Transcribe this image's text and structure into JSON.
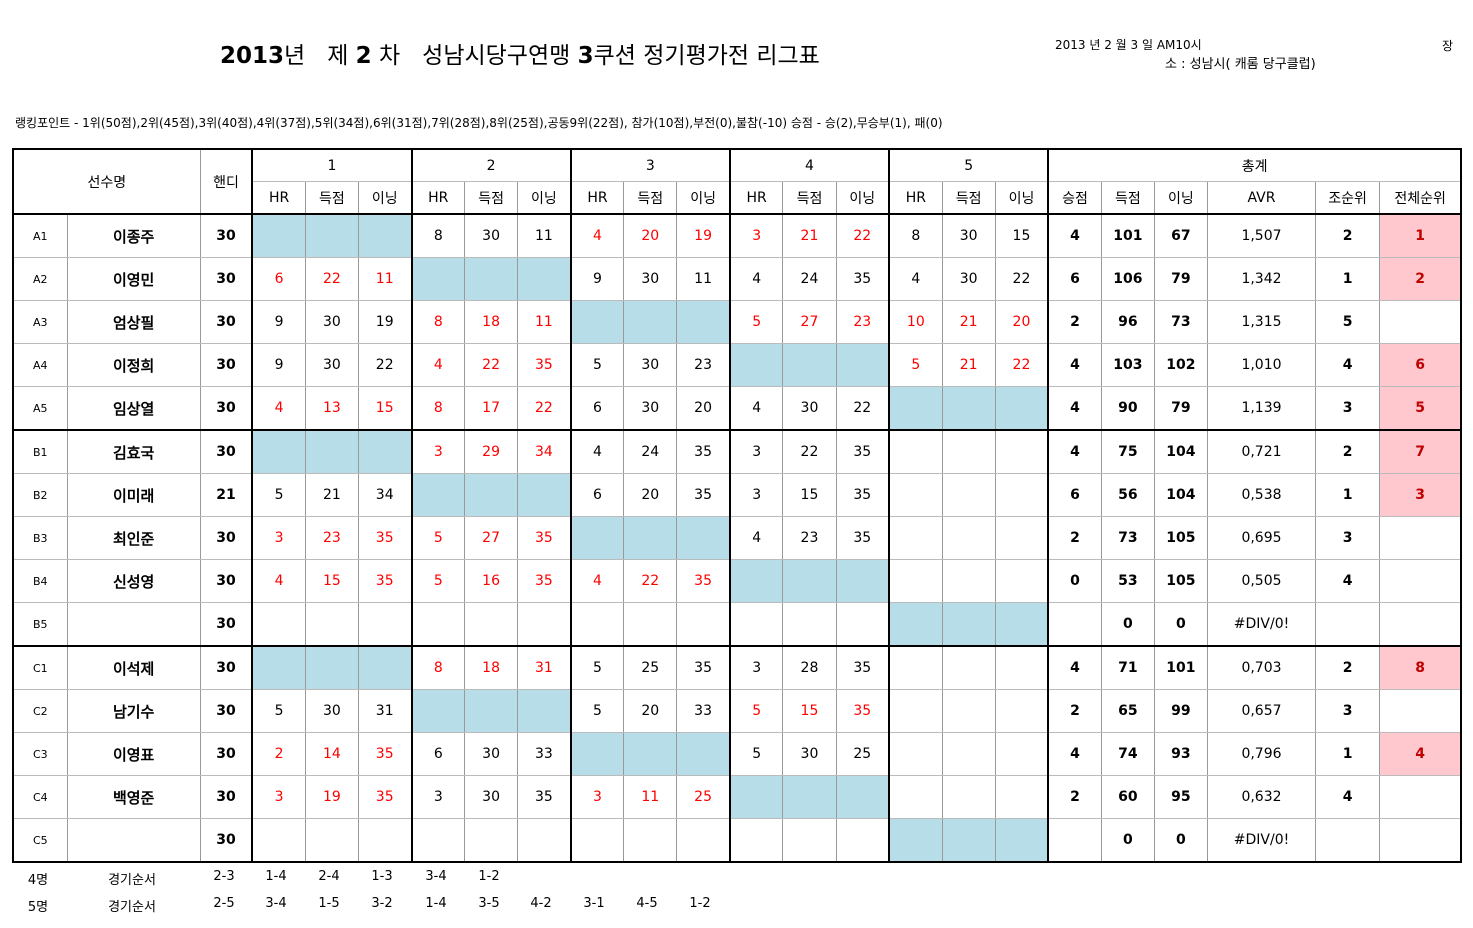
{
  "header": {
    "title_year": "2013",
    "title_year_suffix": "년",
    "title_round_pre": "제",
    "title_round_num": "2",
    "title_round_post": "차",
    "title_league_pre": "성남시당구연맹",
    "title_league_num": "3",
    "title_league_post": "쿠션 정기평가전 리그표",
    "date": "2013 년 2 월 3 일  AM10시",
    "jang": "장",
    "place": "소 : 성남시( 캐롬 당구클럽)",
    "points": "랭킹포인트 - 1위(50점),2위(45점),3위(40점),4위(37점),5위(34점),6위(31점),7위(28점),8위(25점),공동9위(22점), 참가(10점),부전(0),불참(-10)  승점 - 승(2),무승부(1), 패(0)"
  },
  "columns": {
    "player": "선수명",
    "handicap": "핸디",
    "matches": [
      "1",
      "2",
      "3",
      "4",
      "5"
    ],
    "sub": [
      "HR",
      "득점",
      "이닝"
    ],
    "total": "총계",
    "total_sub": [
      "승점",
      "득점",
      "이닝",
      "AVR",
      "조순위",
      "전체순위"
    ]
  },
  "rows": [
    {
      "code": "A1",
      "name": "이종주",
      "hcp": "30",
      "m": [
        null,
        [
          "8",
          "30",
          "11",
          false
        ],
        [
          "4",
          "20",
          "19",
          true
        ],
        [
          "3",
          "21",
          "22",
          true
        ],
        [
          "8",
          "30",
          "15",
          false
        ]
      ],
      "pts": "4",
      "score": "101",
      "inn": "67",
      "avr": "1,507",
      "grp": "2",
      "rank": "1"
    },
    {
      "code": "A2",
      "name": "이영민",
      "hcp": "30",
      "m": [
        [
          "6",
          "22",
          "11",
          true
        ],
        null,
        [
          "9",
          "30",
          "11",
          false
        ],
        [
          "4",
          "24",
          "35",
          false
        ],
        [
          "4",
          "30",
          "22",
          false
        ]
      ],
      "pts": "6",
      "score": "106",
      "inn": "79",
      "avr": "1,342",
      "grp": "1",
      "rank": "2"
    },
    {
      "code": "A3",
      "name": "엄상필",
      "hcp": "30",
      "m": [
        [
          "9",
          "30",
          "19",
          false
        ],
        [
          "8",
          "18",
          "11",
          true
        ],
        null,
        [
          "5",
          "27",
          "23",
          true
        ],
        [
          "10",
          "21",
          "20",
          true
        ]
      ],
      "pts": "2",
      "score": "96",
      "inn": "73",
      "avr": "1,315",
      "grp": "5",
      "rank": ""
    },
    {
      "code": "A4",
      "name": "이정희",
      "hcp": "30",
      "m": [
        [
          "9",
          "30",
          "22",
          false
        ],
        [
          "4",
          "22",
          "35",
          true
        ],
        [
          "5",
          "30",
          "23",
          false
        ],
        null,
        [
          "5",
          "21",
          "22",
          true
        ]
      ],
      "pts": "4",
      "score": "103",
      "inn": "102",
      "avr": "1,010",
      "grp": "4",
      "rank": "6"
    },
    {
      "code": "A5",
      "name": "임상열",
      "hcp": "30",
      "m": [
        [
          "4",
          "13",
          "15",
          true
        ],
        [
          "8",
          "17",
          "22",
          true
        ],
        [
          "6",
          "30",
          "20",
          false
        ],
        [
          "4",
          "30",
          "22",
          false
        ],
        null
      ],
      "pts": "4",
      "score": "90",
      "inn": "79",
      "avr": "1,139",
      "grp": "3",
      "rank": "5"
    },
    {
      "code": "B1",
      "name": "김효국",
      "hcp": "30",
      "m": [
        null,
        [
          "3",
          "29",
          "34",
          true
        ],
        [
          "4",
          "24",
          "35",
          false
        ],
        [
          "3",
          "22",
          "35",
          false
        ],
        [
          "",
          "",
          "",
          false
        ]
      ],
      "pts": "4",
      "score": "75",
      "inn": "104",
      "avr": "0,721",
      "grp": "2",
      "rank": "7"
    },
    {
      "code": "B2",
      "name": "이미래",
      "hcp": "21",
      "m": [
        [
          "5",
          "21",
          "34",
          false
        ],
        null,
        [
          "6",
          "20",
          "35",
          false
        ],
        [
          "3",
          "15",
          "35",
          false
        ],
        [
          "",
          "",
          "",
          false
        ]
      ],
      "pts": "6",
      "score": "56",
      "inn": "104",
      "avr": "0,538",
      "grp": "1",
      "rank": "3"
    },
    {
      "code": "B3",
      "name": "최인준",
      "hcp": "30",
      "m": [
        [
          "3",
          "23",
          "35",
          true
        ],
        [
          "5",
          "27",
          "35",
          true
        ],
        null,
        [
          "4",
          "23",
          "35",
          false
        ],
        [
          "",
          "",
          "",
          false
        ]
      ],
      "pts": "2",
      "score": "73",
      "inn": "105",
      "avr": "0,695",
      "grp": "3",
      "rank": ""
    },
    {
      "code": "B4",
      "name": "신성영",
      "hcp": "30",
      "m": [
        [
          "4",
          "15",
          "35",
          true
        ],
        [
          "5",
          "16",
          "35",
          true
        ],
        [
          "4",
          "22",
          "35",
          true
        ],
        null,
        [
          "",
          "",
          "",
          false
        ]
      ],
      "pts": "0",
      "score": "53",
      "inn": "105",
      "avr": "0,505",
      "grp": "4",
      "rank": ""
    },
    {
      "code": "B5",
      "name": "",
      "hcp": "30",
      "m": [
        [
          "",
          "",
          "",
          false
        ],
        [
          "",
          "",
          "",
          false
        ],
        [
          "",
          "",
          "",
          false
        ],
        [
          "",
          "",
          "",
          false
        ],
        null
      ],
      "pts": "",
      "score": "0",
      "inn": "0",
      "avr": "#DIV/0!",
      "grp": "",
      "rank": ""
    },
    {
      "code": "C1",
      "name": "이석제",
      "hcp": "30",
      "m": [
        null,
        [
          "8",
          "18",
          "31",
          true
        ],
        [
          "5",
          "25",
          "35",
          false
        ],
        [
          "3",
          "28",
          "35",
          false
        ],
        [
          "",
          "",
          "",
          false
        ]
      ],
      "pts": "4",
      "score": "71",
      "inn": "101",
      "avr": "0,703",
      "grp": "2",
      "rank": "8"
    },
    {
      "code": "C2",
      "name": "남기수",
      "hcp": "30",
      "m": [
        [
          "5",
          "30",
          "31",
          false
        ],
        null,
        [
          "5",
          "20",
          "33",
          false
        ],
        [
          "5",
          "15",
          "35",
          true
        ],
        [
          "",
          "",
          "",
          false
        ]
      ],
      "pts": "2",
      "score": "65",
      "inn": "99",
      "avr": "0,657",
      "grp": "3",
      "rank": ""
    },
    {
      "code": "C3",
      "name": "이영표",
      "hcp": "30",
      "m": [
        [
          "2",
          "14",
          "35",
          true
        ],
        [
          "6",
          "30",
          "33",
          false
        ],
        null,
        [
          "5",
          "30",
          "25",
          false
        ],
        [
          "",
          "",
          "",
          false
        ]
      ],
      "pts": "4",
      "score": "74",
      "inn": "93",
      "avr": "0,796",
      "grp": "1",
      "rank": "4"
    },
    {
      "code": "C4",
      "name": "백영준",
      "hcp": "30",
      "m": [
        [
          "3",
          "19",
          "35",
          true
        ],
        [
          "3",
          "30",
          "35",
          false
        ],
        [
          "3",
          "11",
          "25",
          true
        ],
        null,
        [
          "",
          "",
          "",
          false
        ]
      ],
      "pts": "2",
      "score": "60",
      "inn": "95",
      "avr": "0,632",
      "grp": "4",
      "rank": ""
    },
    {
      "code": "C5",
      "name": "",
      "hcp": "30",
      "m": [
        [
          "",
          "",
          "",
          false
        ],
        [
          "",
          "",
          "",
          false
        ],
        [
          "",
          "",
          "",
          false
        ],
        [
          "",
          "",
          "",
          false
        ],
        null
      ],
      "pts": "",
      "score": "0",
      "inn": "0",
      "avr": "#DIV/0!",
      "grp": "",
      "rank": ""
    }
  ],
  "match_order": [
    {
      "count": "4명",
      "label": "경기순서",
      "games": [
        "2-3",
        "1-4",
        "2-4",
        "1-3",
        "3-4",
        "1-2"
      ]
    },
    {
      "count": "5명",
      "label": "경기순서",
      "games": [
        "2-5",
        "3-4",
        "1-5",
        "3-2",
        "1-4",
        "3-5",
        "4-2",
        "3-1",
        "4-5",
        "1-2"
      ]
    }
  ],
  "colors": {
    "empty_cell": "#b6dde8",
    "rank_highlight": "#ffc7ce",
    "loss_text": "#ff0000"
  }
}
